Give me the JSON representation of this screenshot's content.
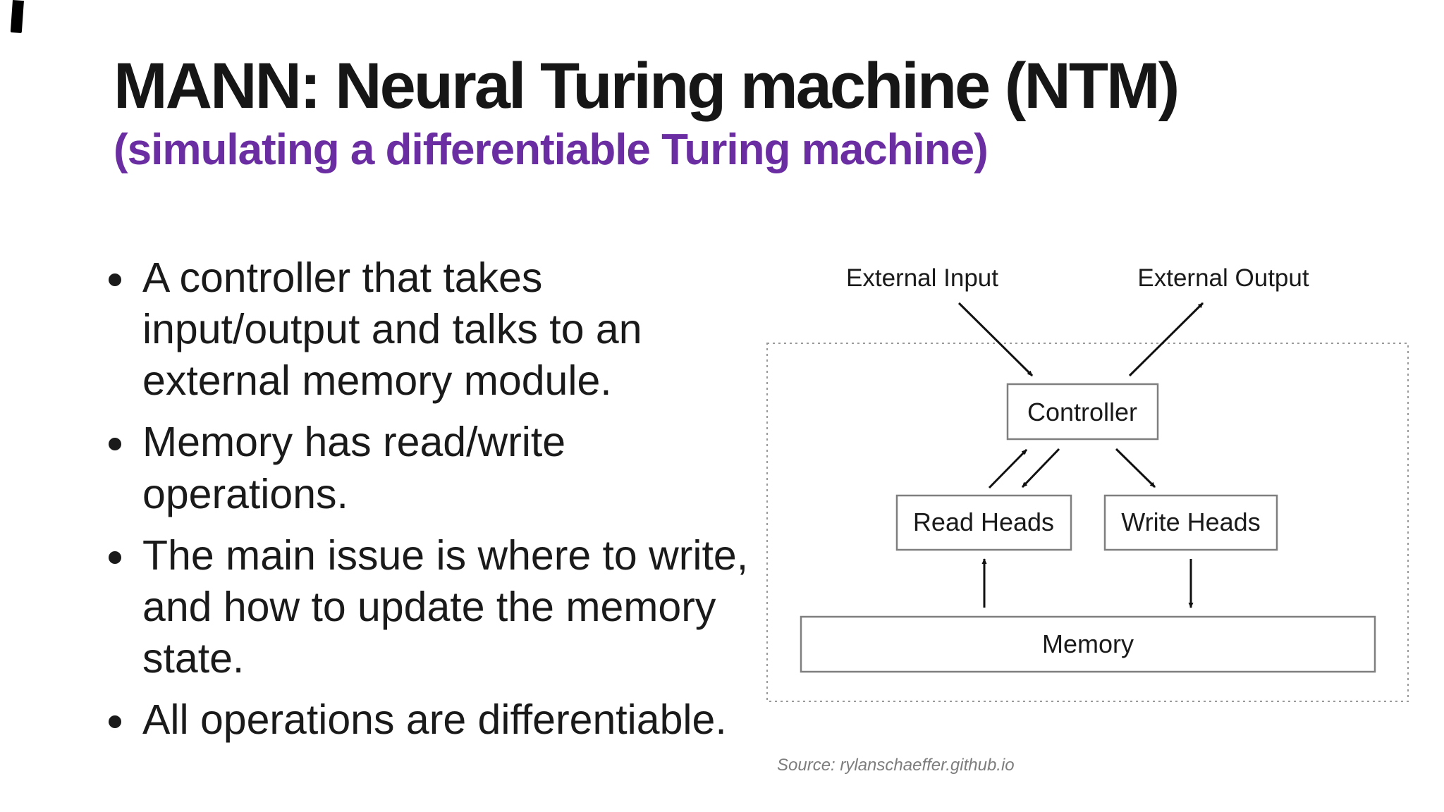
{
  "slide": {
    "title": "MANN: Neural Turing machine (NTM)",
    "subtitle": "(simulating a differentiable Turing machine)",
    "bullets": [
      {
        "lines": [
          "A controller that takes",
          "input/output and talks to an",
          "external memory module."
        ]
      },
      {
        "lines": [
          "Memory has read/write",
          "operations."
        ]
      },
      {
        "lines": [
          "The main issue is where to write,",
          "and how to update the memory",
          "state."
        ]
      },
      {
        "lines": [
          "All operations are differentiable."
        ]
      }
    ],
    "colors": {
      "title_black": "#161616",
      "subtitle_purple": "#6b2da2",
      "body_text": "#1a1a1a",
      "diagram_box_border": "#7f7f7f",
      "diagram_dashed_border": "#9a9a9a",
      "source_gray": "#7d7d7d"
    }
  },
  "diagram": {
    "external_input_label": "External Input",
    "external_output_label": "External Output",
    "nodes": {
      "controller": "Controller",
      "read_heads": "Read Heads",
      "write_heads": "Write Heads",
      "memory": "Memory"
    },
    "source": "Source: rylanschaeffer.github.io"
  }
}
